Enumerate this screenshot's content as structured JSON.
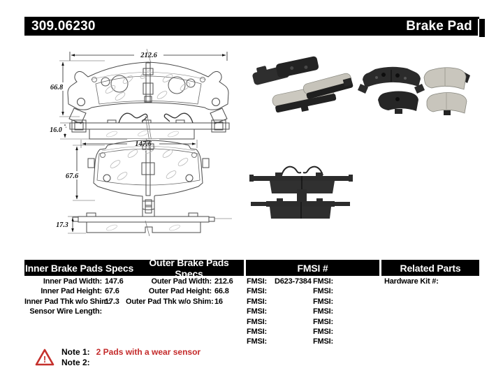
{
  "header": {
    "catalog_number": "309.06230",
    "title": "Brake Pad"
  },
  "diagrams": {
    "outer": {
      "width_dim": "212.6",
      "height_dim": "66.8",
      "thickness_dim": "16.0"
    },
    "inner": {
      "width_dim": "147.6",
      "height_dim": "67.6",
      "thickness_dim": "17.3"
    }
  },
  "table": {
    "headers": {
      "inner": "Inner Brake Pads Specs",
      "outer": "Outer Brake Pads Specs",
      "fmsi": "FMSI #",
      "related": "Related Parts"
    },
    "inner_specs": [
      {
        "label": "Inner Pad Width:",
        "value": "147.6"
      },
      {
        "label": "Inner Pad Height:",
        "value": "67.6"
      },
      {
        "label": "Inner Pad Thk w/o Shim:",
        "value": "17.3"
      },
      {
        "label": "Sensor Wire Length:",
        "value": ""
      }
    ],
    "outer_specs": [
      {
        "label": "Outer Pad Width:",
        "value": "212.6"
      },
      {
        "label": "Outer Pad Height:",
        "value": "66.8"
      },
      {
        "label": "Outer Pad Thk w/o Shim:",
        "value": "16"
      }
    ],
    "fmsi_col1": [
      {
        "label": "FMSI:",
        "value": "D623-7384"
      },
      {
        "label": "FMSI:",
        "value": ""
      },
      {
        "label": "FMSI:",
        "value": ""
      },
      {
        "label": "FMSI:",
        "value": ""
      },
      {
        "label": "FMSI:",
        "value": ""
      },
      {
        "label": "FMSI:",
        "value": ""
      },
      {
        "label": "FMSI:",
        "value": ""
      }
    ],
    "fmsi_col2": [
      {
        "label": "FMSI:",
        "value": ""
      },
      {
        "label": "FMSI:",
        "value": ""
      },
      {
        "label": "FMSI:",
        "value": ""
      },
      {
        "label": "FMSI:",
        "value": ""
      },
      {
        "label": "FMSI:",
        "value": ""
      },
      {
        "label": "FMSI:",
        "value": ""
      },
      {
        "label": "FMSI:",
        "value": ""
      }
    ],
    "related_parts": [
      {
        "label": "Hardware Kit #:",
        "value": ""
      }
    ]
  },
  "notes": {
    "note1_label": "Note 1:",
    "note1_text": "2 Pads with a wear sensor",
    "note2_label": "Note 2:",
    "note2_text": "",
    "warning_icon": "warning-triangle"
  },
  "colors": {
    "header_bg": "#000000",
    "header_text": "#ffffff",
    "note_red": "#c42a2a",
    "pad_dark": "#2b2b2b",
    "pad_friction": "#c9c6bd"
  }
}
